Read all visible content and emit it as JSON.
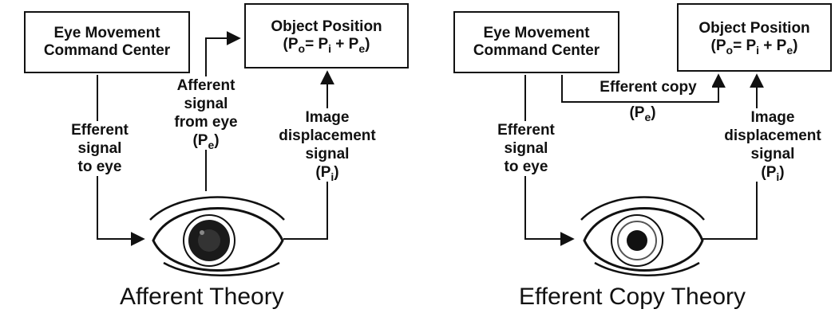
{
  "left": {
    "command_box": {
      "line1": "Eye Movement",
      "line2": "Command Center"
    },
    "object_box": {
      "line1": "Object Position",
      "eq_open": "(P",
      "eq_sub_o": "o",
      "eq_mid": "= P",
      "eq_sub_i": "i",
      "eq_plus": " + P",
      "eq_sub_e": "e",
      "eq_close": ")"
    },
    "efferent_label": [
      "Efferent",
      "signal",
      "to eye"
    ],
    "afferent_label": [
      "Afferent",
      "signal",
      "from eye"
    ],
    "afferent_sym": {
      "open": "(P",
      "sub": "e",
      "close": ")"
    },
    "image_label": [
      "Image",
      "displacement",
      "signal"
    ],
    "image_sym": {
      "open": "(P",
      "sub": "i",
      "close": ")"
    },
    "title": "Afferent Theory"
  },
  "right": {
    "command_box": {
      "line1": "Eye Movement",
      "line2": "Command Center"
    },
    "object_box": {
      "line1": "Object Position",
      "eq_open": "(P",
      "eq_sub_o": "o",
      "eq_mid": "= P",
      "eq_sub_i": "i",
      "eq_plus": " + P",
      "eq_sub_e": "e",
      "eq_close": ")"
    },
    "efferent_label": [
      "Efferent",
      "signal",
      "to eye"
    ],
    "copy_label": "Efferent copy",
    "copy_sym": {
      "open": "(P",
      "sub": "e",
      "close": ")"
    },
    "image_label": [
      "Image",
      "displacement",
      "signal"
    ],
    "image_sym": {
      "open": "(P",
      "sub": "i",
      "close": ")"
    },
    "title": "Efferent Copy Theory"
  }
}
